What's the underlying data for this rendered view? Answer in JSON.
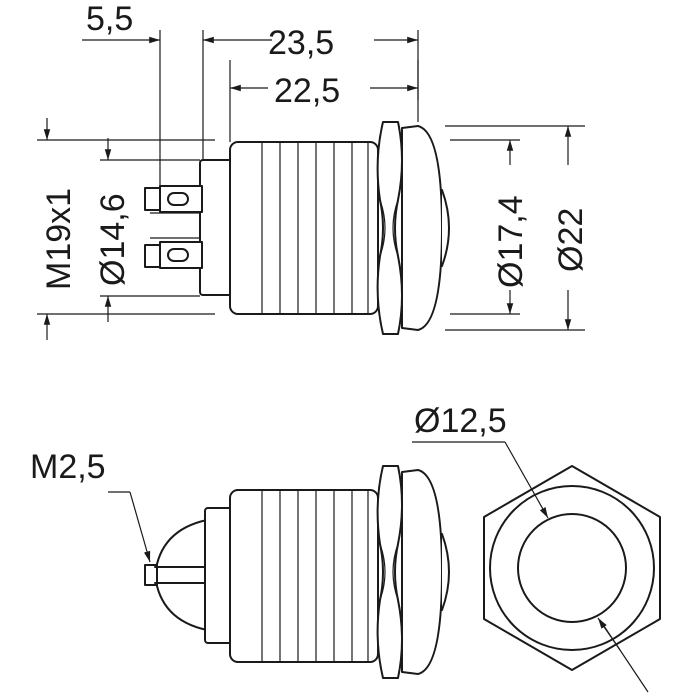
{
  "labels": {
    "dim_5_5": "5,5",
    "dim_23_5": "23,5",
    "dim_22_5": "22,5",
    "dim_m19x1": "M19x1",
    "dim_d14_6": "Ø14,6",
    "dim_d17_4": "Ø17,4",
    "dim_d22": "Ø22",
    "dim_m2_5": "M2,5",
    "dim_d12_5": "Ø12,5"
  },
  "colors": {
    "line": "#1a1a1a",
    "background": "#ffffff"
  }
}
